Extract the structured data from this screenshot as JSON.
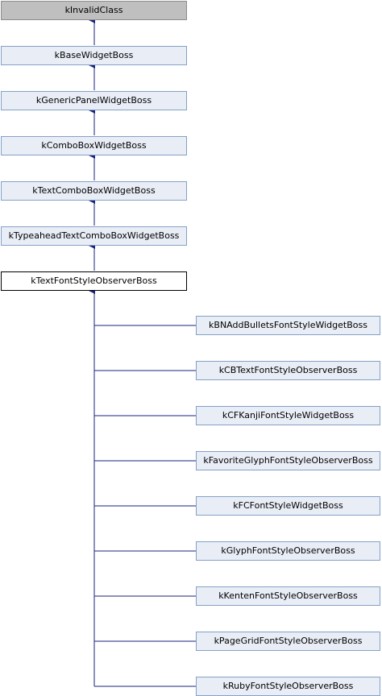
{
  "ancestors": [
    "kInvalidClass",
    "kBaseWidgetBoss",
    "kGenericPanelWidgetBoss",
    "kComboBoxWidgetBoss",
    "kTextComboBoxWidgetBoss",
    "kTypeaheadTextComboBoxWidgetBoss"
  ],
  "focus": "kTextFontStyleObserverBoss",
  "children": [
    "kBNAddBulletsFontStyleWidgetBoss",
    "kCBTextFontStyleObserverBoss",
    "kCFKanjiFontStyleWidgetBoss",
    "kFavoriteGlyphFontStyleObserverBoss",
    "kFCFontStyleWidgetBoss",
    "kGlyphFontStyleObserverBoss",
    "kKentenFontStyleObserverBoss",
    "kPageGridFontStyleObserverBoss",
    "kRubyFontStyleObserverBoss"
  ],
  "colors": {
    "edge": "#1a237e",
    "node_fill": "#e9edf6",
    "node_border": "#84a1c6",
    "root_fill": "#bfbfbf",
    "focus_fill": "#ffffff"
  }
}
